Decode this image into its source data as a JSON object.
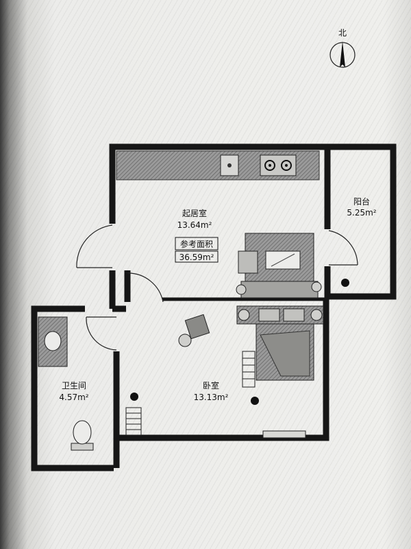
{
  "compass": {
    "label": "北"
  },
  "rooms": {
    "living": {
      "name": "起居室",
      "area": "13.64m²"
    },
    "balcony": {
      "name": "阳台",
      "area": "5.25m²"
    },
    "bathroom": {
      "name": "卫生间",
      "area": "4.57m²"
    },
    "bedroom": {
      "name": "卧室",
      "area": "13.13m²"
    }
  },
  "reference": {
    "label": "参考面积",
    "value": "36.59m²"
  },
  "colors": {
    "wall": "#1a1a1a",
    "furniture_fill": "#8c8c8c",
    "counter_fill": "#7a7a7a"
  }
}
